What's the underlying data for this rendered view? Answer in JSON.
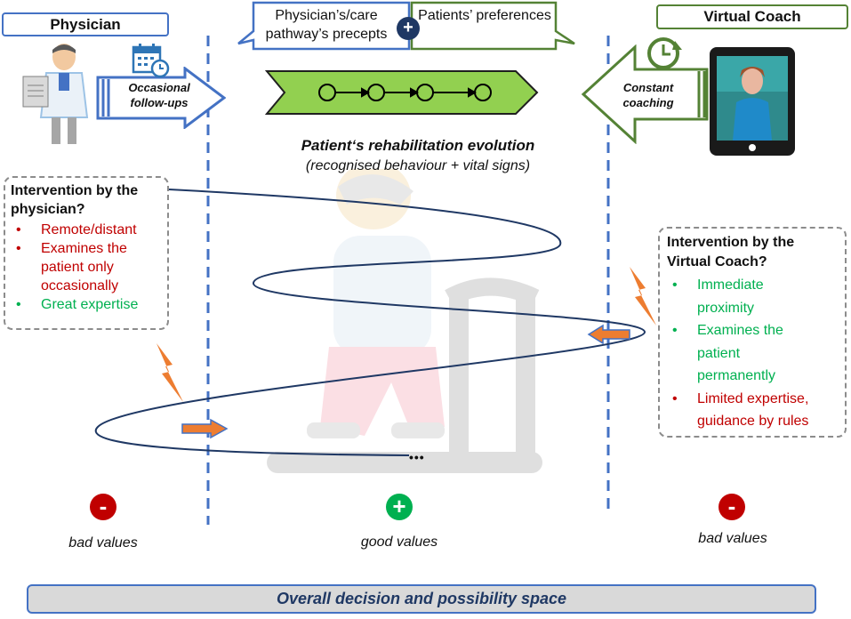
{
  "physician": {
    "label": "Physician"
  },
  "virtual_coach": {
    "label": "Virtual Coach"
  },
  "top_center": {
    "precepts": "Physician’s/care pathway’s precepts",
    "plus": "+",
    "preferences": "Patients’ preferences"
  },
  "left_arrow_label": {
    "line1": "Occasional",
    "line2": "follow-ups"
  },
  "right_arrow_label": {
    "line1": "Constant",
    "line2": "coaching"
  },
  "evolution": {
    "title": "Patient‘s rehabilitation evolution",
    "subtitle": "(recognised behaviour + vital signs)"
  },
  "left_intervention": {
    "title": "Intervention by the physician?",
    "items": [
      {
        "text": "Remote/distant",
        "tone": "red"
      },
      {
        "text": "Examines the patient only occasionally",
        "tone": "red"
      },
      {
        "text": "Great expertise",
        "tone": "green"
      }
    ]
  },
  "right_intervention": {
    "title": "Intervention by the Virtual Coach?",
    "items": [
      {
        "text": "Immediate proximity",
        "tone": "green"
      },
      {
        "text": "Examines the patient permanently",
        "tone": "green"
      },
      {
        "text": "Limited expertise, guidance by rules",
        "tone": "red"
      }
    ]
  },
  "values": {
    "left": {
      "symbol": "-",
      "label": "bad values"
    },
    "center": {
      "symbol": "+",
      "label": "good values"
    },
    "right": {
      "symbol": "-",
      "label": "bad values"
    }
  },
  "ellipsis": "•••",
  "bottom": {
    "label": "Overall decision and possibility space"
  },
  "colors": {
    "blue": "#4472c4",
    "green": "#548235",
    "lime": "#92d050",
    "red": "#c00000",
    "bright_green": "#00b050",
    "orange": "#ed7d31",
    "grey": "#d9d9d9"
  }
}
